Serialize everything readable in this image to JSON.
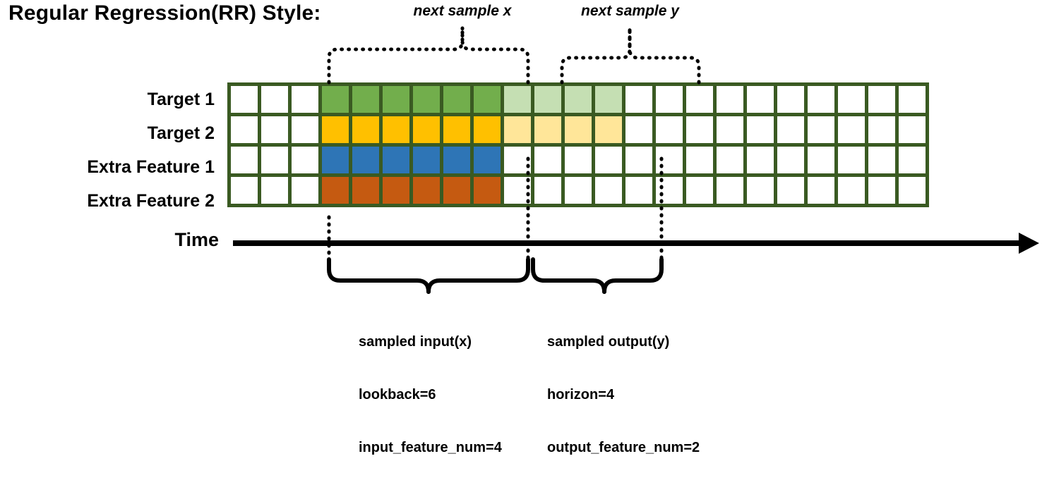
{
  "title": "Regular Regression(RR) Style:",
  "rows": [
    {
      "label": "Target 1",
      "name": "target-1"
    },
    {
      "label": "Target 2",
      "name": "target-2"
    },
    {
      "label": "Extra Feature 1",
      "name": "extra-feature-1"
    },
    {
      "label": "Extra Feature 2",
      "name": "extra-feature-2"
    }
  ],
  "axis": {
    "label": "Time"
  },
  "top_captions": {
    "x": "next sample x",
    "y": "next sample y"
  },
  "bottom_annotations": {
    "input": {
      "line1": "sampled input(x)",
      "line2": "lookback=6",
      "line3": "input_feature_num=4"
    },
    "output": {
      "line1": "sampled output(y)",
      "line2": "horizon=4",
      "line3": "output_feature_num=2"
    }
  },
  "colors": {
    "border": "#3A5A22",
    "empty": "#ffffff",
    "green": "#72AE4C",
    "green_light": "#C5DFB3",
    "yellow": "#FFC000",
    "yellow_light": "#FFE699",
    "blue": "#2E75B6",
    "orange": "#C55A11",
    "ink": "#000000"
  },
  "grid": {
    "columns": 23,
    "lead_empty": 3,
    "lookback": 6,
    "horizon": 4,
    "cell_fills": [
      [
        "empty",
        "empty",
        "empty",
        "green",
        "green",
        "green",
        "green",
        "green",
        "green",
        "green_light",
        "green_light",
        "green_light",
        "green_light",
        "empty",
        "empty",
        "empty",
        "empty",
        "empty",
        "empty",
        "empty",
        "empty",
        "empty",
        "empty"
      ],
      [
        "empty",
        "empty",
        "empty",
        "yellow",
        "yellow",
        "yellow",
        "yellow",
        "yellow",
        "yellow",
        "yellow_light",
        "yellow_light",
        "yellow_light",
        "yellow_light",
        "empty",
        "empty",
        "empty",
        "empty",
        "empty",
        "empty",
        "empty",
        "empty",
        "empty",
        "empty"
      ],
      [
        "empty",
        "empty",
        "empty",
        "blue",
        "blue",
        "blue",
        "blue",
        "blue",
        "blue",
        "empty",
        "empty",
        "empty",
        "empty",
        "empty",
        "empty",
        "empty",
        "empty",
        "empty",
        "empty",
        "empty",
        "empty",
        "empty",
        "empty"
      ],
      [
        "empty",
        "empty",
        "empty",
        "orange",
        "orange",
        "orange",
        "orange",
        "orange",
        "orange",
        "empty",
        "empty",
        "empty",
        "empty",
        "empty",
        "empty",
        "empty",
        "empty",
        "empty",
        "empty",
        "empty",
        "empty",
        "empty",
        "empty"
      ]
    ]
  }
}
